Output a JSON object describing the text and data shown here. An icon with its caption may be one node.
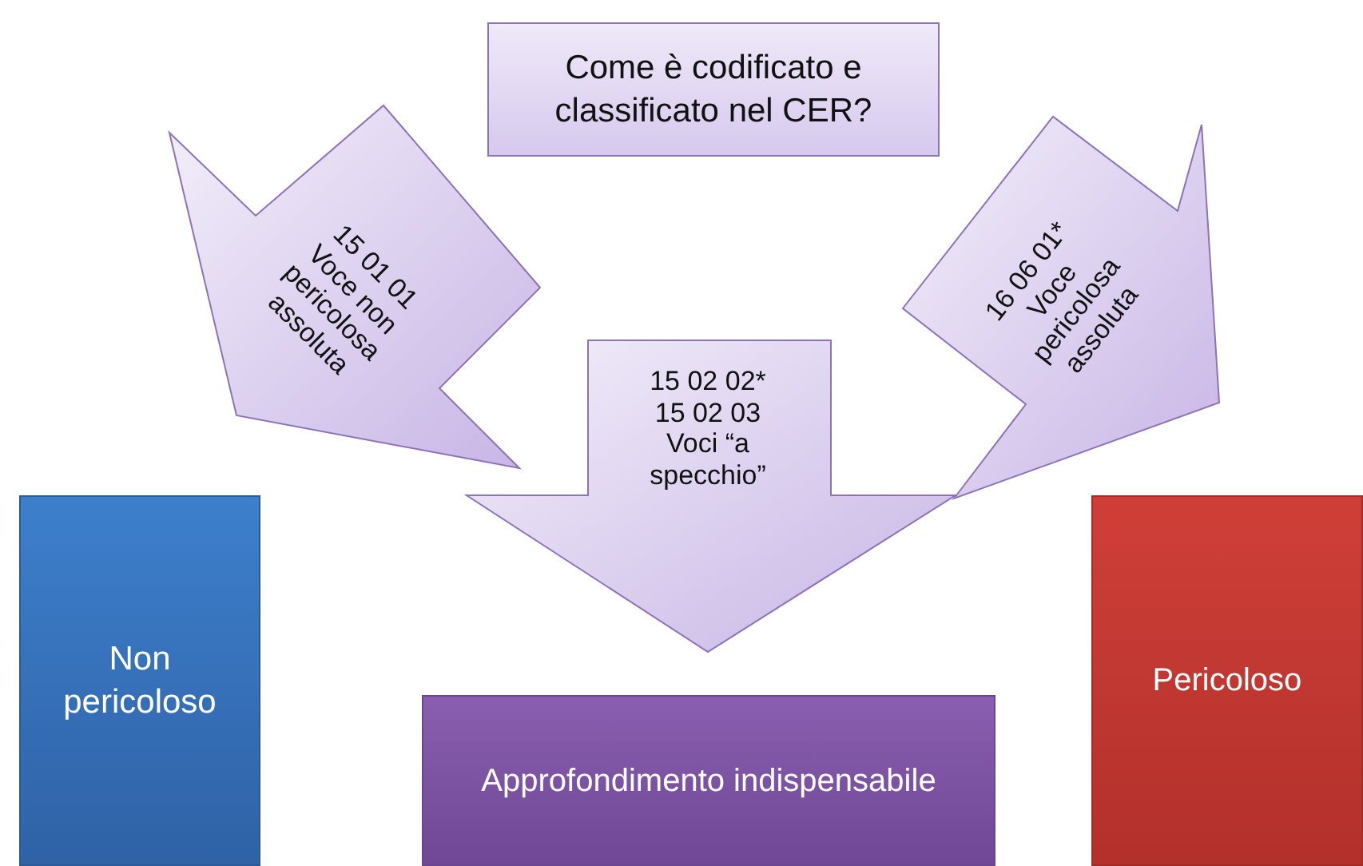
{
  "diagram": {
    "nodes": [
      {
        "text": [
          "Come è codificato e classificato nel CER?"
        ]
      },
      {
        "text": [
          "15 01 01 Voce non pericolosa assoluta"
        ]
      },
      {
        "text": [
          "15 02 02* 15 02 03 Voci “a specchio”"
        ]
      },
      {
        "text": [
          "16 06 01* Voce pericolosa assoluta"
        ]
      },
      {
        "text": [
          "Non pericoloso"
        ]
      },
      {
        "text": [
          "Approfondimento indispensabile"
        ]
      },
      {
        "text": [
          "Pericoloso"
        ]
      }
    ]
  }
}
